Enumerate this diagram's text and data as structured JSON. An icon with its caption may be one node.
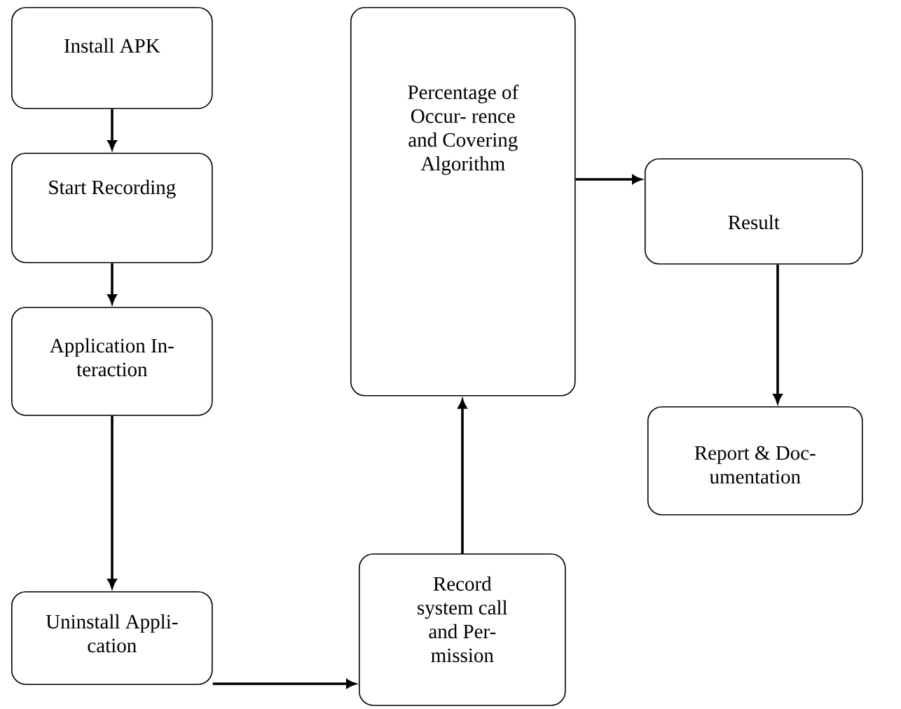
{
  "diagram": {
    "nodes": [
      {
        "text": [
          "Install APK"
        ]
      },
      {
        "text": [
          "Start Recording"
        ]
      },
      {
        "text": [
          "Application In- teraction"
        ]
      },
      {
        "text": [
          "Uninstall Appli- cation"
        ]
      },
      {
        "text": [
          "Record system call and Per- mission"
        ]
      },
      {
        "text": [
          "Percentage of Occur- rence and Covering Algorithm"
        ]
      },
      {
        "text": [
          "Result"
        ]
      },
      {
        "text": [
          "Report & Doc- umentation"
        ]
      }
    ],
    "edges": [
      {
        "from": 0,
        "to": 1,
        "arrow": "to"
      },
      {
        "from": 1,
        "to": 2,
        "arrow": "to"
      },
      {
        "from": 2,
        "to": 3,
        "arrow": "to"
      },
      {
        "from": 3,
        "to": 4,
        "arrow": "to"
      },
      {
        "from": 4,
        "to": 5,
        "arrow": "to"
      },
      {
        "from": 5,
        "to": 6,
        "arrow": "to"
      },
      {
        "from": 6,
        "to": 7,
        "arrow": "to"
      }
    ]
  }
}
